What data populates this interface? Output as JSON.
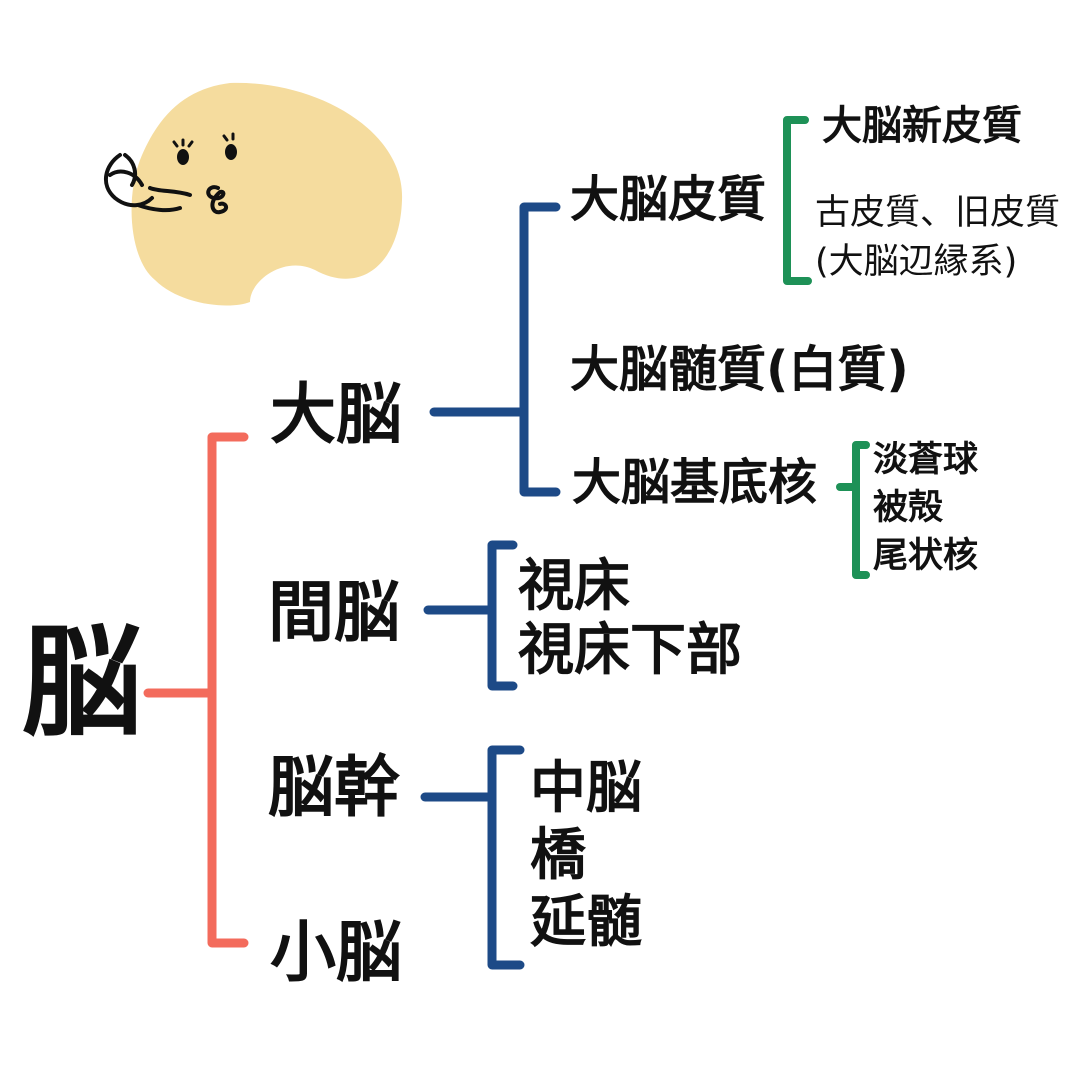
{
  "colors": {
    "red_bracket": "#f36b5c",
    "blue_bracket": "#1d4a87",
    "green_bracket": "#1e9157",
    "character_fill": "#f5dc9e",
    "text": "#111111"
  },
  "root": {
    "label": "脳"
  },
  "level1": [
    {
      "label": "大脳"
    },
    {
      "label": "間脳"
    },
    {
      "label": "脳幹"
    },
    {
      "label": "小脳"
    }
  ],
  "cerebrum": {
    "items": [
      {
        "label": "大脳皮質"
      },
      {
        "label": "大脳髄質(白質)"
      },
      {
        "label": "大脳基底核"
      }
    ],
    "cortex_children": [
      {
        "label": "大脳新皮質"
      },
      {
        "label": "古皮質、旧皮質"
      },
      {
        "label": "(大脳辺縁系)"
      }
    ],
    "basal_ganglia_children": [
      {
        "label": "淡蒼球"
      },
      {
        "label": "被殻"
      },
      {
        "label": "尾状核"
      }
    ]
  },
  "diencephalon_children": [
    {
      "label": "視床"
    },
    {
      "label": "視床下部"
    }
  ],
  "brainstem_children": [
    {
      "label": "中脳"
    },
    {
      "label": "橋"
    },
    {
      "label": "延髄"
    }
  ],
  "character": {
    "icon": "cute-blob-character-icon"
  }
}
